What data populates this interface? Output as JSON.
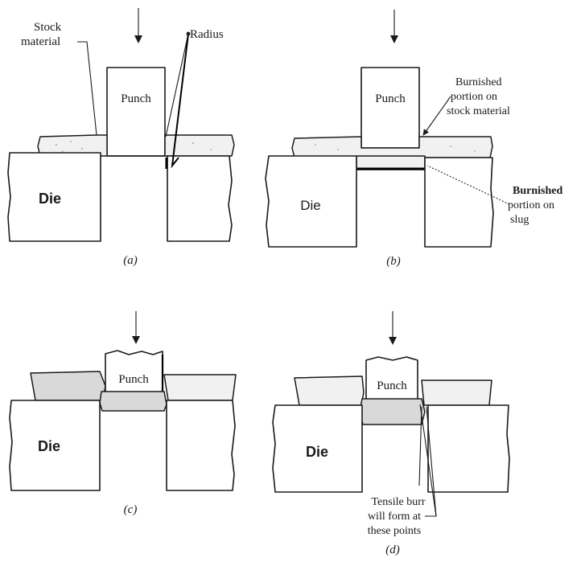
{
  "panels": {
    "a": {
      "caption": "(a)",
      "punch_label": "Punch",
      "die_label": "Die",
      "stock_label_line1": "Stock",
      "stock_label_line2": "material",
      "radius_label": "Radius"
    },
    "b": {
      "caption": "(b)",
      "punch_label": "Punch",
      "die_label": "Die",
      "burnished_stock_line1": "Burnished",
      "burnished_stock_line2": "portion on",
      "burnished_stock_line3": "stock material",
      "burnished_slug_line1": "Burnished",
      "burnished_slug_line2": "portion on",
      "burnished_slug_line3": "slug"
    },
    "c": {
      "caption": "(c)",
      "punch_label": "Punch",
      "die_label": "Die"
    },
    "d": {
      "caption": "(d)",
      "punch_label": "Punch",
      "die_label": "Die",
      "burr_line1": "Tensile burr",
      "burr_line2": "will form at",
      "burr_line3": "these points"
    }
  },
  "icons": [
    "down-arrow-icon"
  ]
}
